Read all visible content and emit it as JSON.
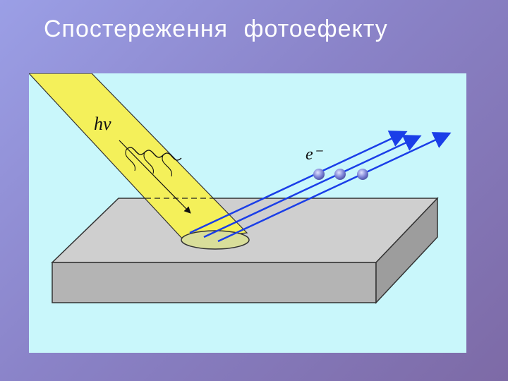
{
  "slide": {
    "title": "Спостереження фотоефекту"
  },
  "diagram": {
    "photon_label": "hν",
    "electron_label": "e⁻",
    "electron_count": 3,
    "colors": {
      "background_panel": "#c9f7fb",
      "light_beam": "#f4f05a",
      "arrows": "#1a3ee8",
      "metal_top": "#cfcfcf",
      "metal_front": "#b4b4b4",
      "metal_side": "#9d9d9d",
      "electrons": "#7b7fd6"
    }
  }
}
